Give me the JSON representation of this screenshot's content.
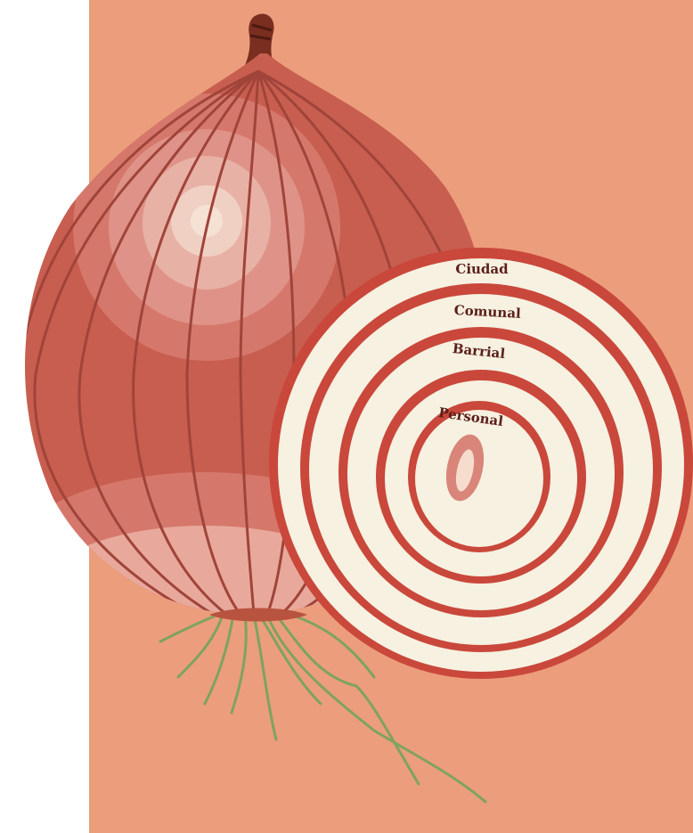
{
  "diagram": {
    "rings": [
      {
        "label": "Ciudad"
      },
      {
        "label": "Comunal"
      },
      {
        "label": "Barrial"
      },
      {
        "label": "Personal"
      }
    ]
  },
  "colors": {
    "panel_background": "#ec9d7c",
    "onion_skin": "#c75e4f",
    "onion_stripe": "#a0443a",
    "ring_red": "#c9483b",
    "ring_cream": "#f6f1e1",
    "label_text": "#5b1f1a",
    "root_green": "#7ea35f"
  }
}
